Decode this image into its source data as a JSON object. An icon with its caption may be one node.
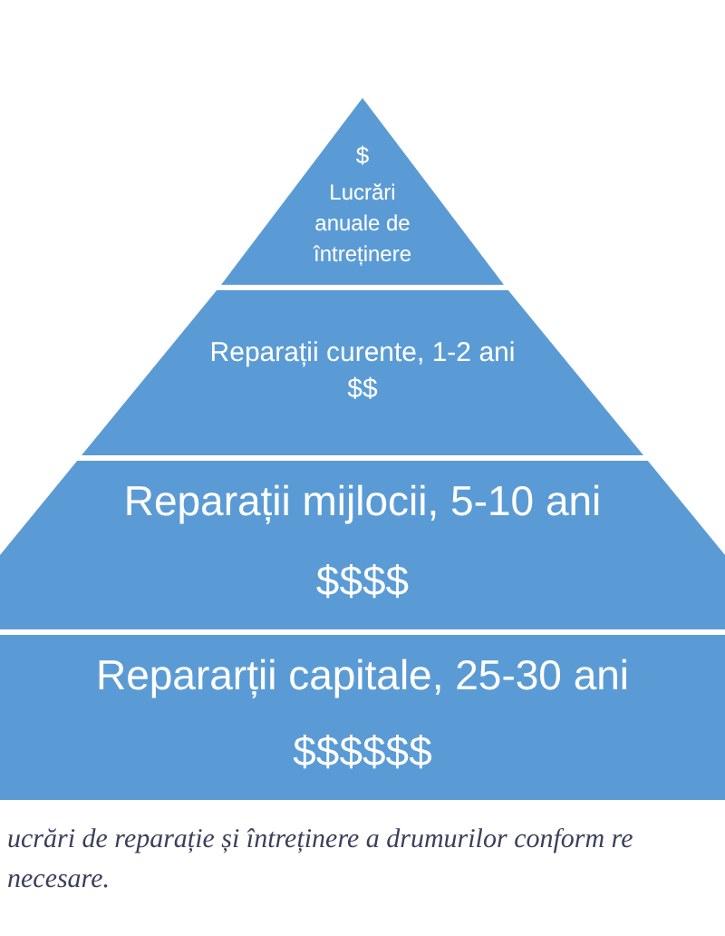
{
  "diagram": {
    "caption": "ucrări de reparație și întreținere a drumurilor conform re necesare.",
    "nodes": [
      {
        "text": [
          "$",
          "Lucrări anuale de întreținere"
        ]
      },
      {
        "text": [
          "Reparații curente, 1-2 ani",
          "$$"
        ]
      },
      {
        "text": [
          "Reparații mijlocii, 5-10 ani",
          "$$$$"
        ]
      },
      {
        "text": [
          "Repararții capitale, 25-30 ani",
          "$$$$$$"
        ]
      }
    ]
  }
}
